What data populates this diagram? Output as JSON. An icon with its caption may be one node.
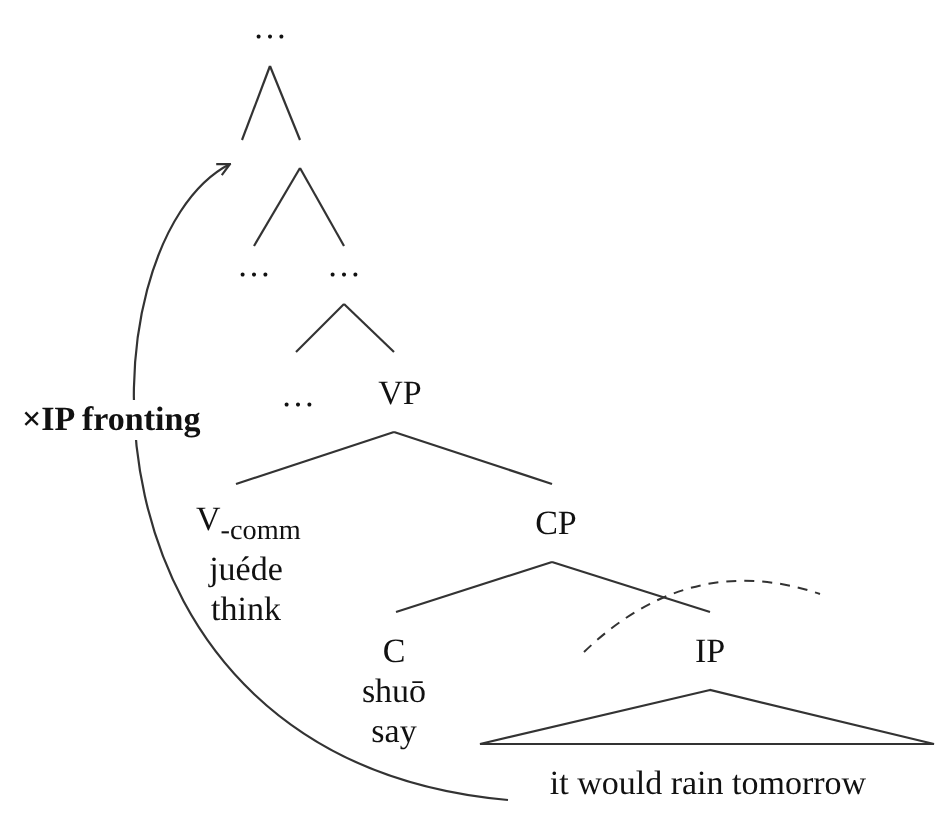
{
  "diagram": {
    "nodes": [
      {
        "text": [
          "…"
        ]
      },
      {
        "text": [
          "…"
        ]
      },
      {
        "text": [
          "…"
        ]
      },
      {
        "text": [
          "…"
        ]
      },
      {
        "text": [
          "VP"
        ]
      },
      {
        "text": [
          "V$_{-comm}$",
          "juéde",
          "think"
        ]
      },
      {
        "text": [
          "CP"
        ]
      },
      {
        "text": [
          "C",
          "shuō",
          "say"
        ]
      },
      {
        "text": [
          "IP"
        ]
      },
      {
        "text": [
          "it would rain tomorrow"
        ]
      }
    ],
    "edges": [
      {
        "from": 0,
        "to": null,
        "arrow": "none"
      },
      {
        "from": 0,
        "to": null,
        "arrow": "none"
      },
      {
        "from": null,
        "to": 1,
        "arrow": "none"
      },
      {
        "from": null,
        "to": 2,
        "arrow": "none"
      },
      {
        "from": 2,
        "to": 3,
        "arrow": "none"
      },
      {
        "from": 2,
        "to": 4,
        "arrow": "none"
      },
      {
        "from": 4,
        "to": 5,
        "arrow": "none"
      },
      {
        "from": 4,
        "to": 6,
        "arrow": "none"
      },
      {
        "from": 6,
        "to": 7,
        "arrow": "none"
      },
      {
        "from": 6,
        "to": 8,
        "arrow": "none"
      },
      {
        "from": 8,
        "to": 9,
        "arrow": "none"
      },
      {
        "from": 9,
        "to": null,
        "arrow": "to",
        "label": "×IP fronting"
      }
    ]
  }
}
